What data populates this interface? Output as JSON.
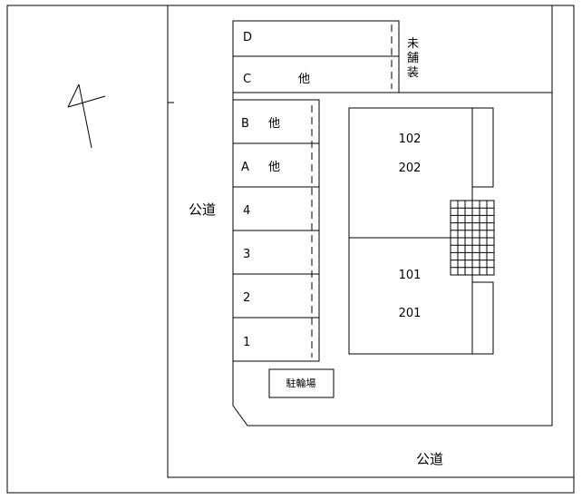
{
  "roads": {
    "left": "公道",
    "bottom": "公道"
  },
  "unpaved_label_lines": [
    "未",
    "舗",
    "装"
  ],
  "parking_spaces": [
    {
      "id": "D",
      "note": ""
    },
    {
      "id": "C",
      "note": "他"
    },
    {
      "id": "B",
      "note": "他"
    },
    {
      "id": "A",
      "note": "他"
    },
    {
      "id": "4",
      "note": ""
    },
    {
      "id": "3",
      "note": ""
    },
    {
      "id": "2",
      "note": ""
    },
    {
      "id": "1",
      "note": ""
    }
  ],
  "building": {
    "upper_units": [
      "102",
      "202"
    ],
    "lower_units": [
      "101",
      "201"
    ]
  },
  "bicycle_parking": "駐輪場",
  "colors": {
    "line": "#000000",
    "background": "#ffffff"
  },
  "north_arrow_icon": "north-arrow-icon"
}
